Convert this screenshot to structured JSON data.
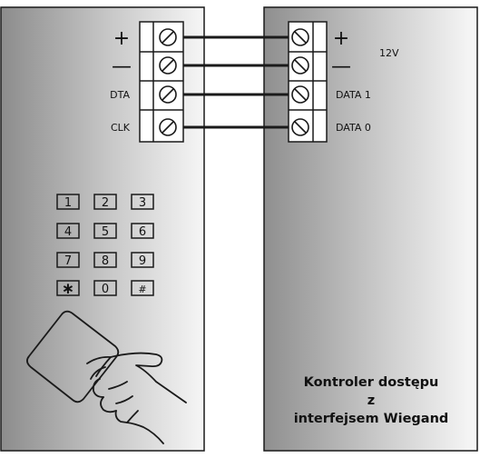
{
  "reader": {
    "terminals": [
      {
        "label": "+"
      },
      {
        "label": "—"
      },
      {
        "label": "DTA"
      },
      {
        "label": "CLK"
      }
    ],
    "keypad": [
      [
        "1",
        "2",
        "3"
      ],
      [
        "4",
        "5",
        "6"
      ],
      [
        "7",
        "8",
        "9"
      ],
      [
        "∗",
        "0",
        "#"
      ]
    ]
  },
  "controller": {
    "terminals": [
      {
        "label": "+"
      },
      {
        "label": "—"
      },
      {
        "label": "DATA 1"
      },
      {
        "label": "DATA 0"
      }
    ],
    "voltage_label": "12V",
    "caption": [
      "Kontroler dostępu",
      "z",
      "interfejsem Wiegand"
    ]
  },
  "colors": {
    "panel_dark": "#8e8e8e",
    "panel_light": "#f4f4f4",
    "stroke": "#1a1a1a"
  }
}
